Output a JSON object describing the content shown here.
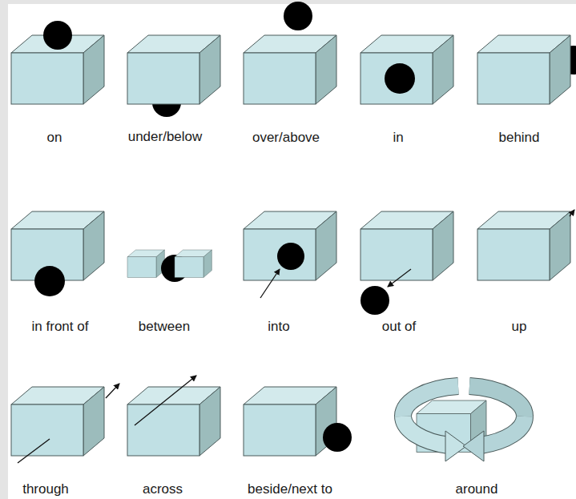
{
  "diagram": {
    "labels": [
      "on",
      "under/below",
      "over/above",
      "in",
      "behind",
      "in front of",
      "between",
      "into",
      "out of",
      "up",
      "through",
      "across",
      "beside/next to",
      "around"
    ]
  }
}
